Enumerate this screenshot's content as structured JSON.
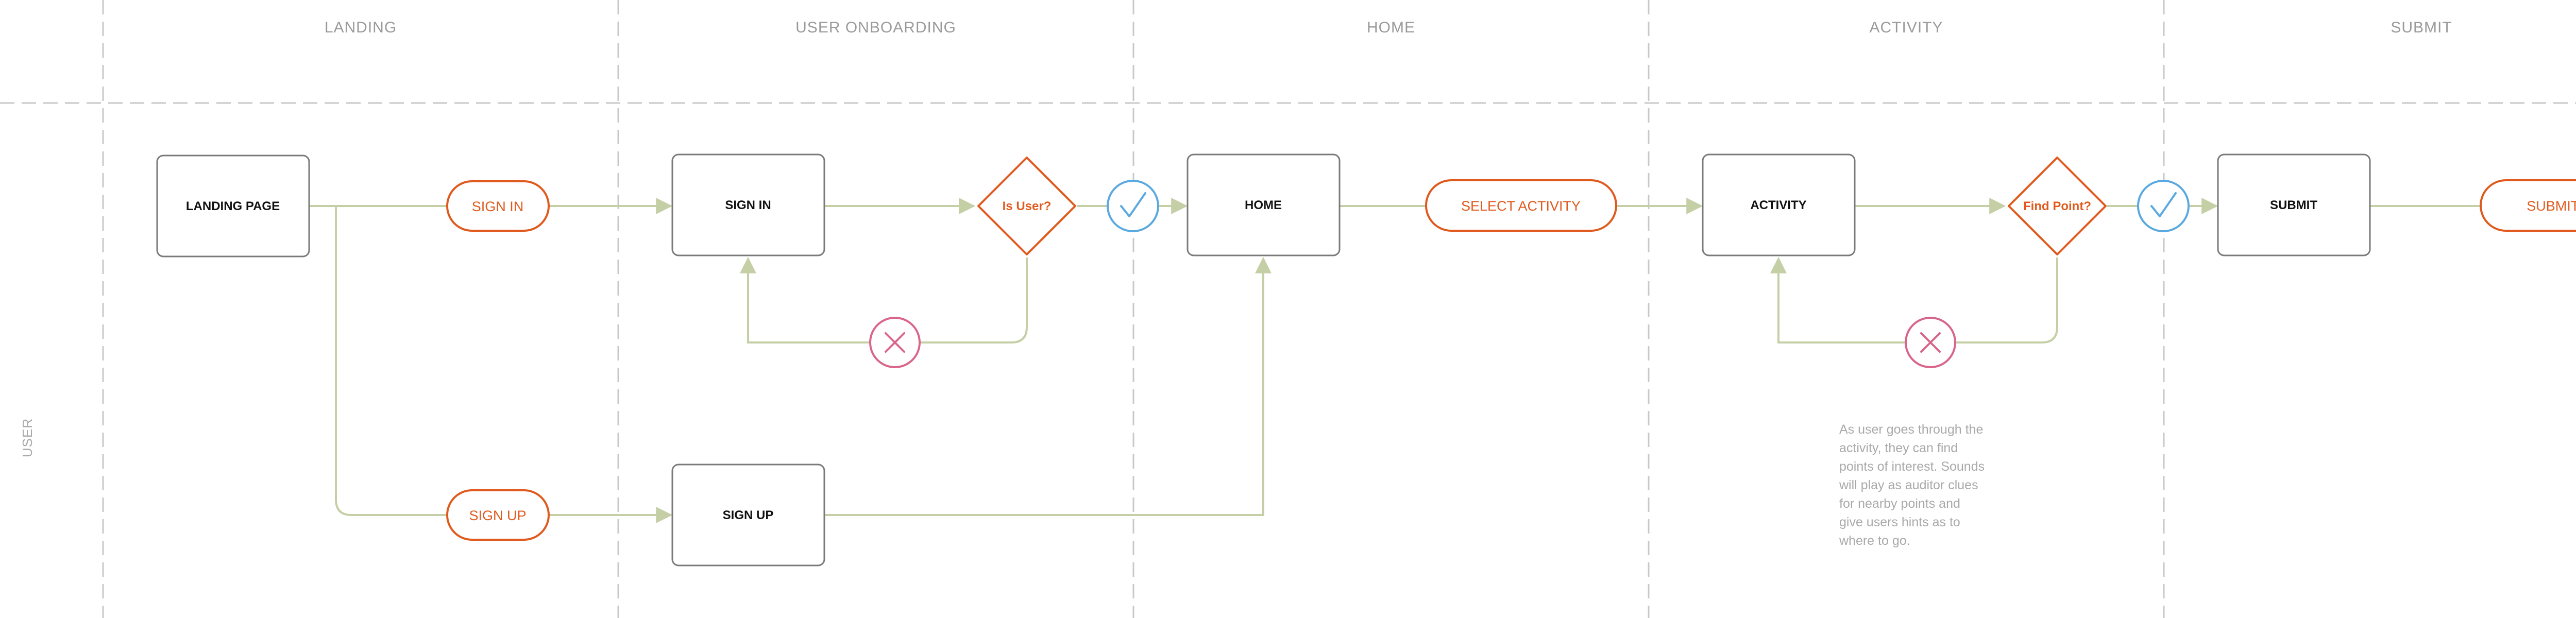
{
  "lanes": {
    "landing": "LANDING",
    "onboarding": "USER ONBOARDING",
    "home": "HOME",
    "activity": "ACTIVITY",
    "submit": "SUBMIT"
  },
  "role_label": "USER",
  "nodes": {
    "landing_page": "LANDING PAGE",
    "sign_in_pill": "SIGN IN",
    "sign_up_pill": "SIGN UP",
    "sign_in_screen": "SIGN IN",
    "sign_up_screen": "SIGN UP",
    "is_user": "Is User?",
    "home_screen": "HOME",
    "select_activity": "SELECT ACTIVITY",
    "activity_screen": "ACTIVITY",
    "find_point": "Find Point?",
    "submit_screen": "SUBMIT",
    "submit_point": "SUBMIT POINT"
  },
  "note": {
    "lines": [
      "As user goes through the",
      "activity, they can find",
      "points of interest. Sounds",
      "will play as auditor clues",
      "for nearby points and",
      "give users hints as to",
      "where to go."
    ]
  },
  "colors": {
    "connector": "#c5cfa6",
    "box_stroke": "#7a7a7a",
    "orange": "#e05a1e",
    "check_blue": "#5aa9e0",
    "cross_pink": "#d9668a",
    "lane_divider": "#c8c8c8"
  },
  "icons": {
    "yes": "check-icon",
    "no": "cross-icon"
  }
}
